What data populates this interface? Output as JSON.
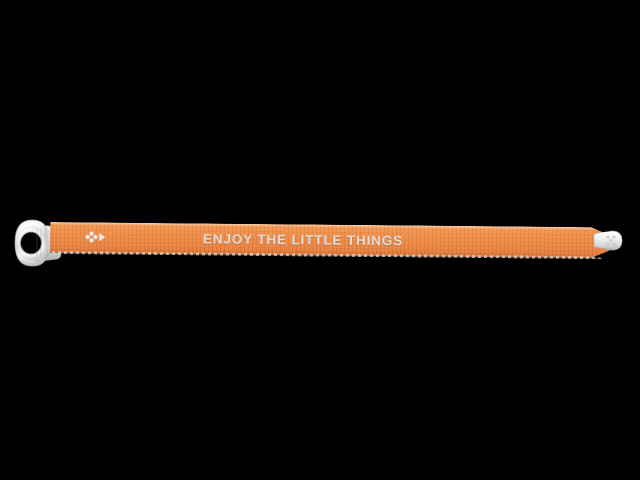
{
  "scene": {
    "background_color": "#000000",
    "subject": "orange-fabric-wristband-strap"
  },
  "product": {
    "name": "wristband-strap",
    "band_color": "#ef8b45",
    "band_highlight_color": "#f8ad75",
    "band_shadow_color": "#cf6b2e",
    "hardware_color": "#f2f2f2",
    "hardware_shade_color": "#b9b9b9",
    "slogan": "ENJOY THE LITTLE THINGS",
    "slogan_color": "#dcdcdc",
    "emblem": {
      "name": "clover-dots-emblem",
      "dot_color": "#e8eef0",
      "arrow_color": "#e8eef0",
      "dot_count": 4
    },
    "left_hardware": {
      "name": "metal-ring-loop",
      "type": "ring",
      "color": "#f4f4f4"
    },
    "right_hardware": {
      "name": "rounded-snap-tip",
      "type": "snap-stud-tip",
      "color": "#f4f4f4",
      "stud_count": 5
    }
  }
}
